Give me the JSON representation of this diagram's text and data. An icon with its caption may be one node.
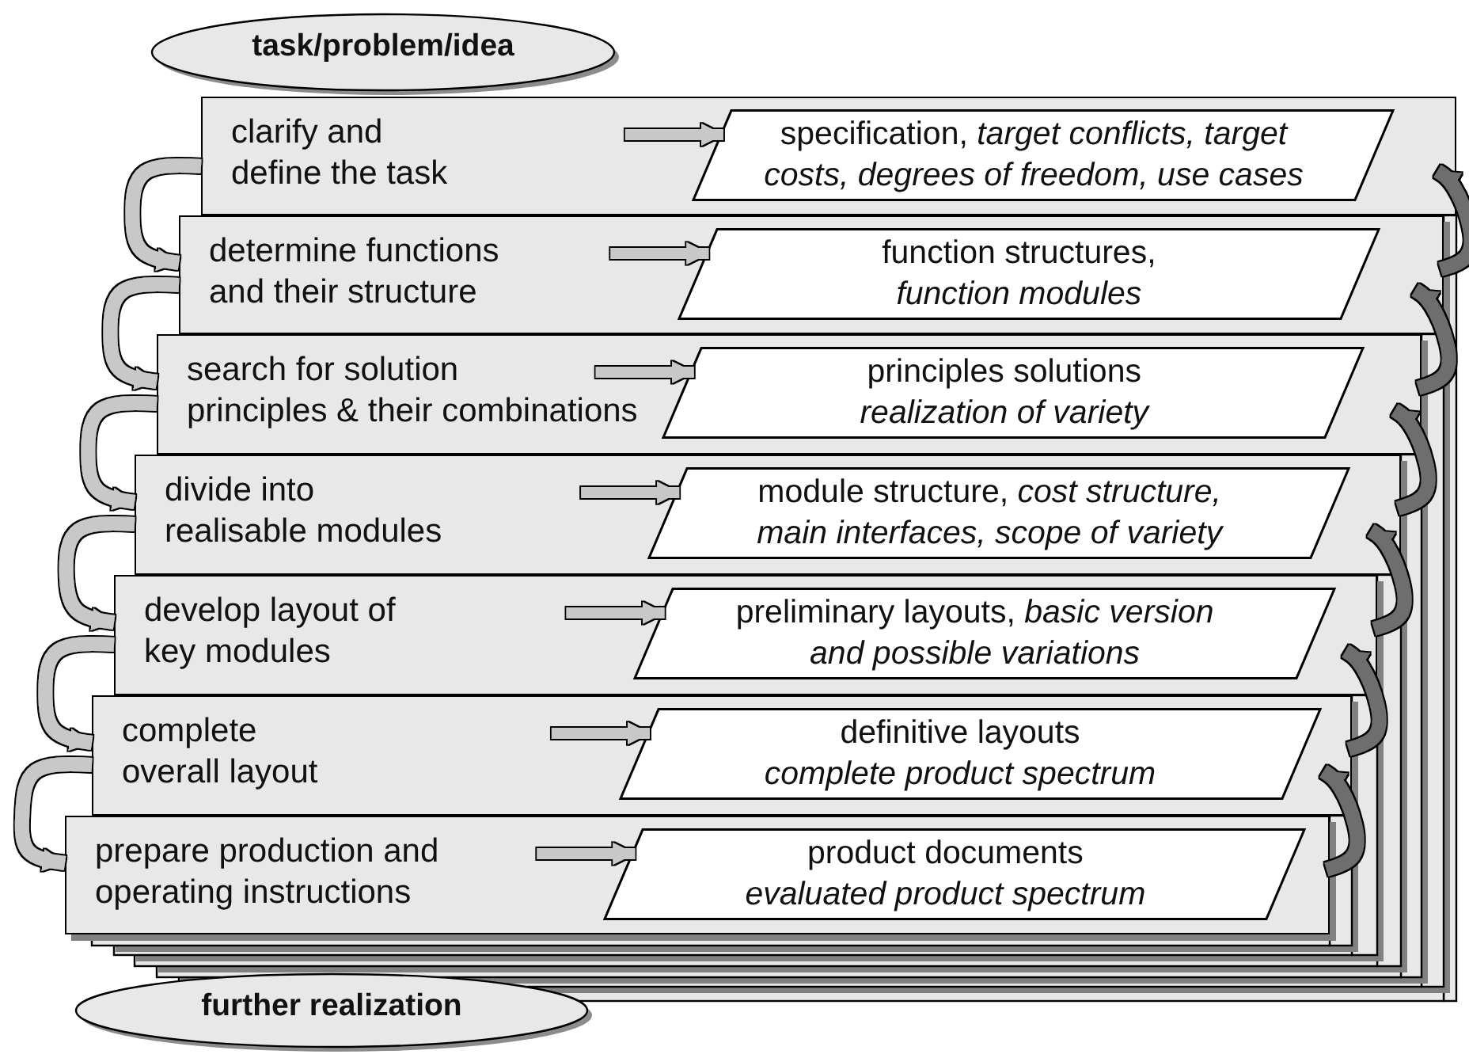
{
  "diagram": {
    "nodes": [
      {
        "text": [
          "task/problem/idea"
        ]
      },
      {
        "text": [
          "clarify and define the task"
        ]
      },
      {
        "text": [
          "specification, *target conflicts, target* *costs, degrees of freedom, use cases*"
        ],
        "in": 1
      },
      {
        "text": [
          "determine functions and their structure"
        ]
      },
      {
        "text": [
          "function structures, *function modules*"
        ],
        "in": 3
      },
      {
        "text": [
          "search for solution principles & their combinations"
        ]
      },
      {
        "text": [
          "principles solutions *realization of variety*"
        ],
        "in": 5
      },
      {
        "text": [
          "divide into realisable modules"
        ]
      },
      {
        "text": [
          "module structure, *cost structure,* *main interfaces, scope of variety*"
        ],
        "in": 7
      },
      {
        "text": [
          "develop layout of key modules"
        ]
      },
      {
        "text": [
          "preliminary layouts, *basic version* *and possible variations*"
        ],
        "in": 9
      },
      {
        "text": [
          "complete overall layout"
        ]
      },
      {
        "text": [
          "definitive layouts *complete product spectrum*"
        ],
        "in": 11
      },
      {
        "text": [
          "prepare production and operating instructions"
        ]
      },
      {
        "text": [
          "product documents *evaluated product spectrum*"
        ],
        "in": 13
      },
      {
        "text": [
          "further realization"
        ]
      }
    ],
    "edges": [
      {
        "from": null,
        "to": 2,
        "arrow": "to"
      },
      {
        "from": null,
        "to": 4,
        "arrow": "to"
      },
      {
        "from": null,
        "to": 6,
        "arrow": "to"
      },
      {
        "from": null,
        "to": 8,
        "arrow": "to"
      },
      {
        "from": null,
        "to": 10,
        "arrow": "to"
      },
      {
        "from": null,
        "to": 12,
        "arrow": "to"
      },
      {
        "from": null,
        "to": 14,
        "arrow": "to"
      },
      {
        "from": 1,
        "to": 3,
        "arrow": "to"
      },
      {
        "from": 3,
        "to": 5,
        "arrow": "to"
      },
      {
        "from": 5,
        "to": 7,
        "arrow": "to"
      },
      {
        "from": 7,
        "to": 9,
        "arrow": "to"
      },
      {
        "from": 9,
        "to": 11,
        "arrow": "to"
      },
      {
        "from": 11,
        "to": 13,
        "arrow": "to"
      },
      {
        "from": 3,
        "to": 1,
        "arrow": "to",
        "color": "#6e6e6e"
      },
      {
        "from": 5,
        "to": 3,
        "arrow": "to",
        "color": "#6e6e6e"
      },
      {
        "from": 7,
        "to": 5,
        "arrow": "to",
        "color": "#6e6e6e"
      },
      {
        "from": 9,
        "to": 7,
        "arrow": "to",
        "color": "#6e6e6e"
      },
      {
        "from": 11,
        "to": 9,
        "arrow": "to",
        "color": "#6e6e6e"
      },
      {
        "from": 13,
        "to": 11,
        "arrow": "to",
        "color": "#6e6e6e"
      }
    ]
  }
}
